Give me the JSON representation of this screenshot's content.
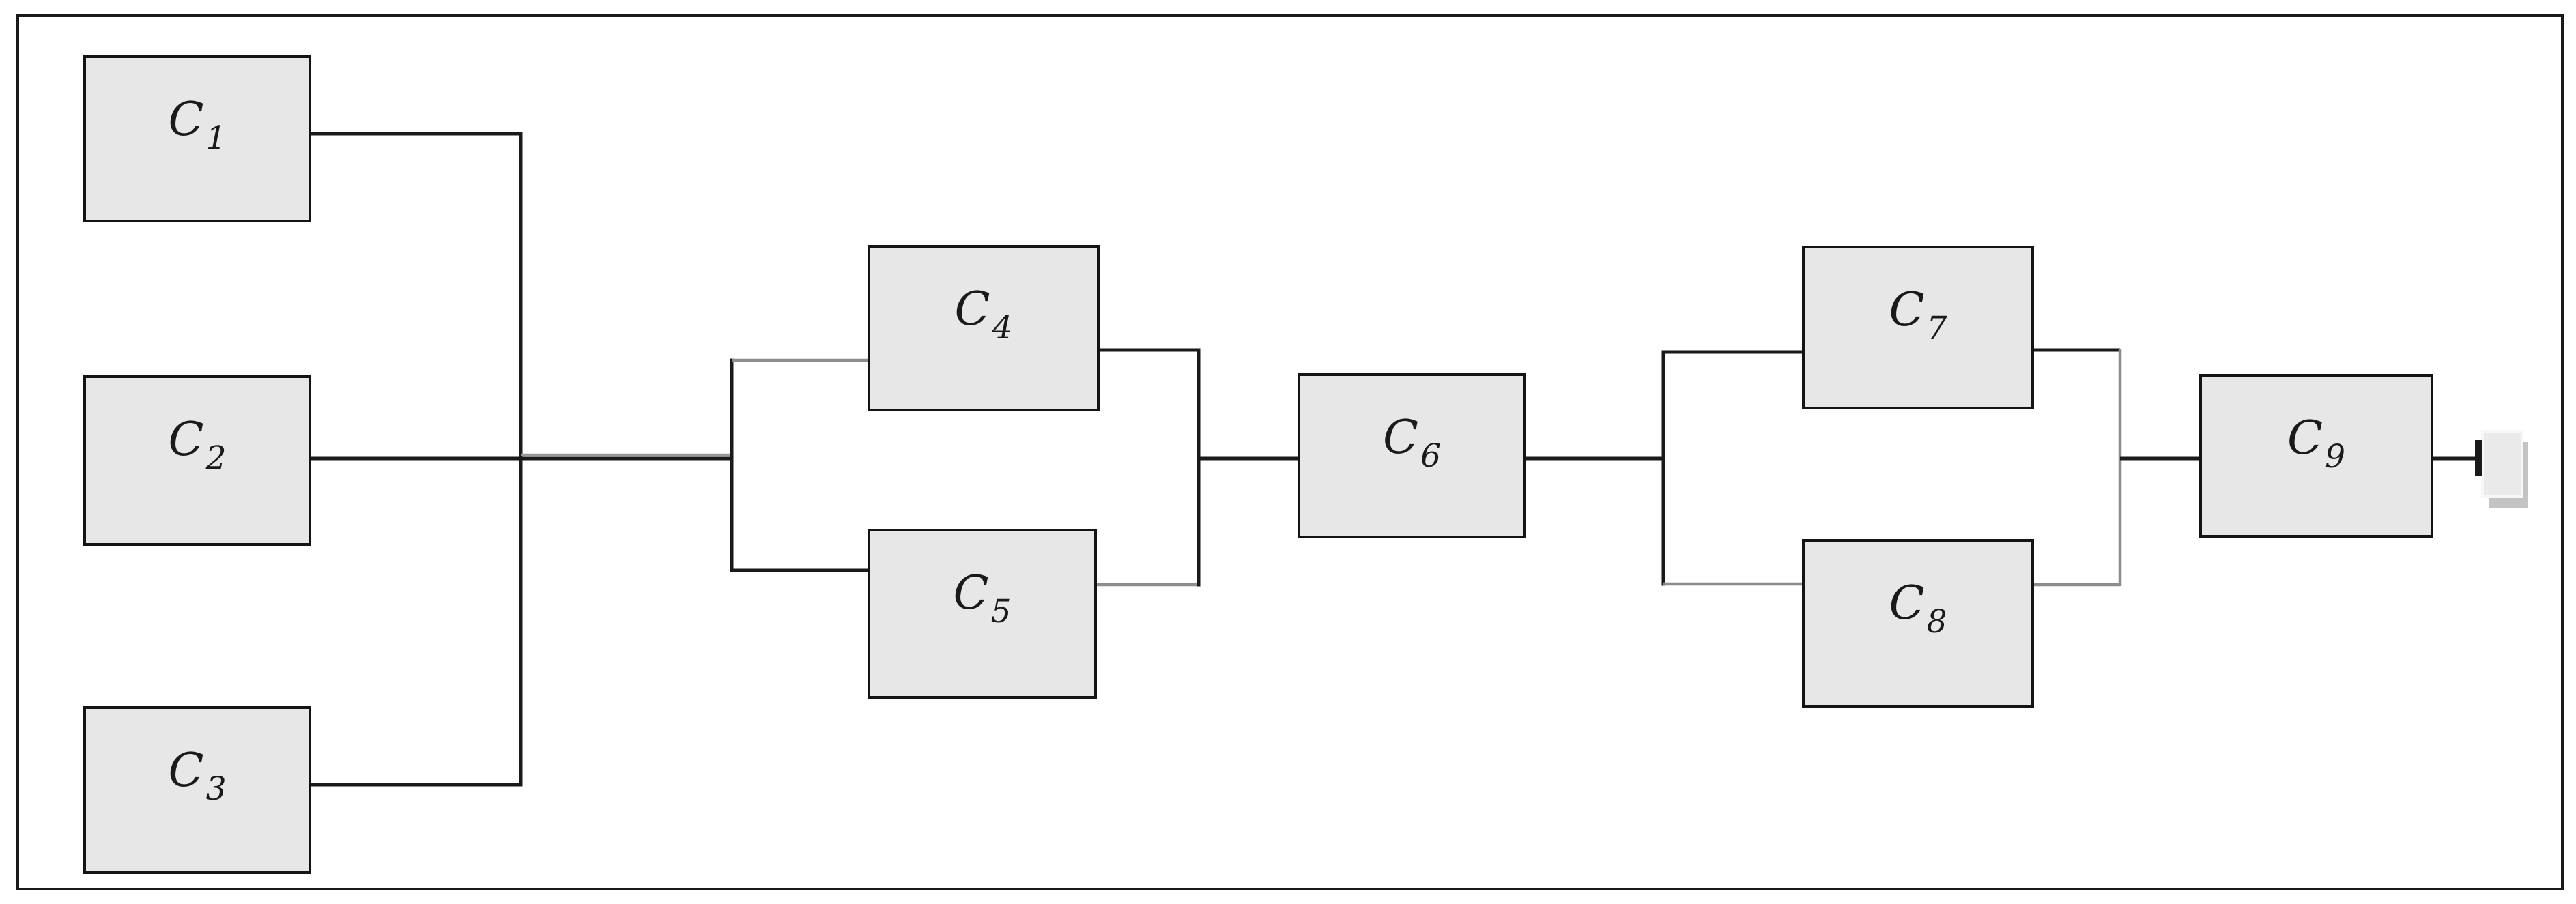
{
  "components": [
    {
      "id": "c1",
      "base": "C",
      "sub": "1"
    },
    {
      "id": "c2",
      "base": "C",
      "sub": "2"
    },
    {
      "id": "c3",
      "base": "C",
      "sub": "3"
    },
    {
      "id": "c4",
      "base": "C",
      "sub": "4"
    },
    {
      "id": "c5",
      "base": "C",
      "sub": "5"
    },
    {
      "id": "c6",
      "base": "C",
      "sub": "6"
    },
    {
      "id": "c7",
      "base": "C",
      "sub": "7"
    },
    {
      "id": "c8",
      "base": "C",
      "sub": "8"
    },
    {
      "id": "c9",
      "base": "C",
      "sub": "9"
    }
  ],
  "topology": {
    "type": "block-diagram",
    "stages": [
      {
        "kind": "parallel-inputs",
        "members": [
          "C1",
          "C2",
          "C3"
        ],
        "joined_by": "vertical-bus"
      },
      {
        "kind": "parallel",
        "members": [
          "C4",
          "C5"
        ]
      },
      {
        "kind": "series",
        "members": [
          "C6"
        ]
      },
      {
        "kind": "parallel",
        "members": [
          "C7",
          "C8"
        ]
      },
      {
        "kind": "series",
        "members": [
          "C9"
        ]
      },
      {
        "kind": "end",
        "members": [
          "terminator"
        ]
      }
    ]
  },
  "colors": {
    "canvas_bg": "#ffffff",
    "border": "#1a1a1a",
    "box_fill": "#e7e7e7",
    "box_border": "#141414",
    "line": "#1a1a1a",
    "line_gray": "#8d8d8d",
    "line_shadow": "#9a9a9a",
    "ink": "#1a1a1a",
    "term_fill": "#eaeaea",
    "term_border": "#f7f7f7",
    "term_shadow": "#c3c3c3"
  }
}
